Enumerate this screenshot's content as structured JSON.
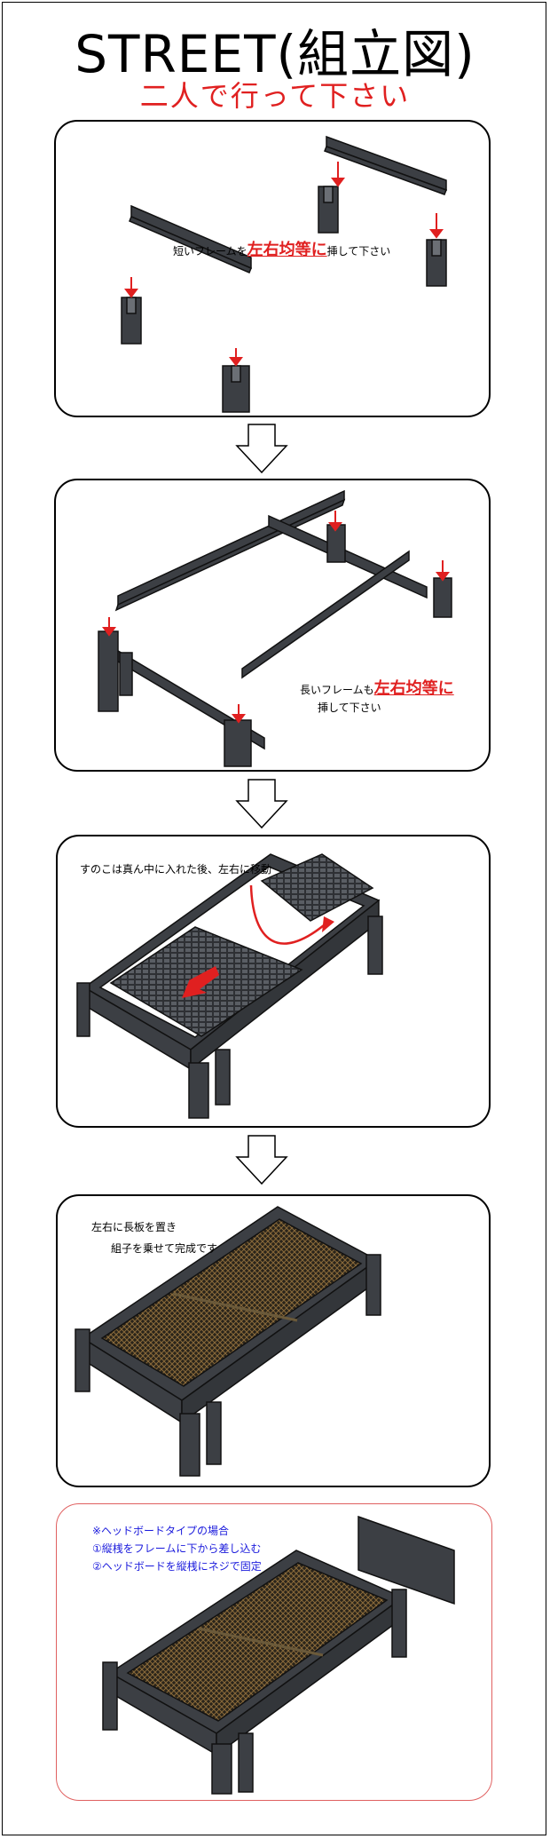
{
  "header": {
    "title": "STREET(組立図)",
    "subtitle": "二人で行って下さい"
  },
  "step1": {
    "note_prefix": "短いフレームを",
    "note_highlight": "左右均等に",
    "note_suffix": "挿して下さい"
  },
  "step2": {
    "note_prefix": "長いフレームも",
    "note_highlight": "左右均等に",
    "note_line2": "挿して下さい"
  },
  "step3": {
    "note": "すのこは真ん中に入れた後、左右に移動"
  },
  "step4": {
    "note_line1": "左右に長板を置き",
    "note_line2": "組子を乗せて完成です"
  },
  "step5": {
    "line1": "※ヘッドボードタイプの場合",
    "line2": "①縦桟をフレームに下から差し込む",
    "line3": "②ヘッドボードを縦桟にネジで固定"
  },
  "colors": {
    "frame_wood": "#3c3f44",
    "frame_edge": "#1a1b1d",
    "slat_mesh": "#4a3a22",
    "accent_red": "#e02020",
    "note_blue": "#1a1adc"
  }
}
